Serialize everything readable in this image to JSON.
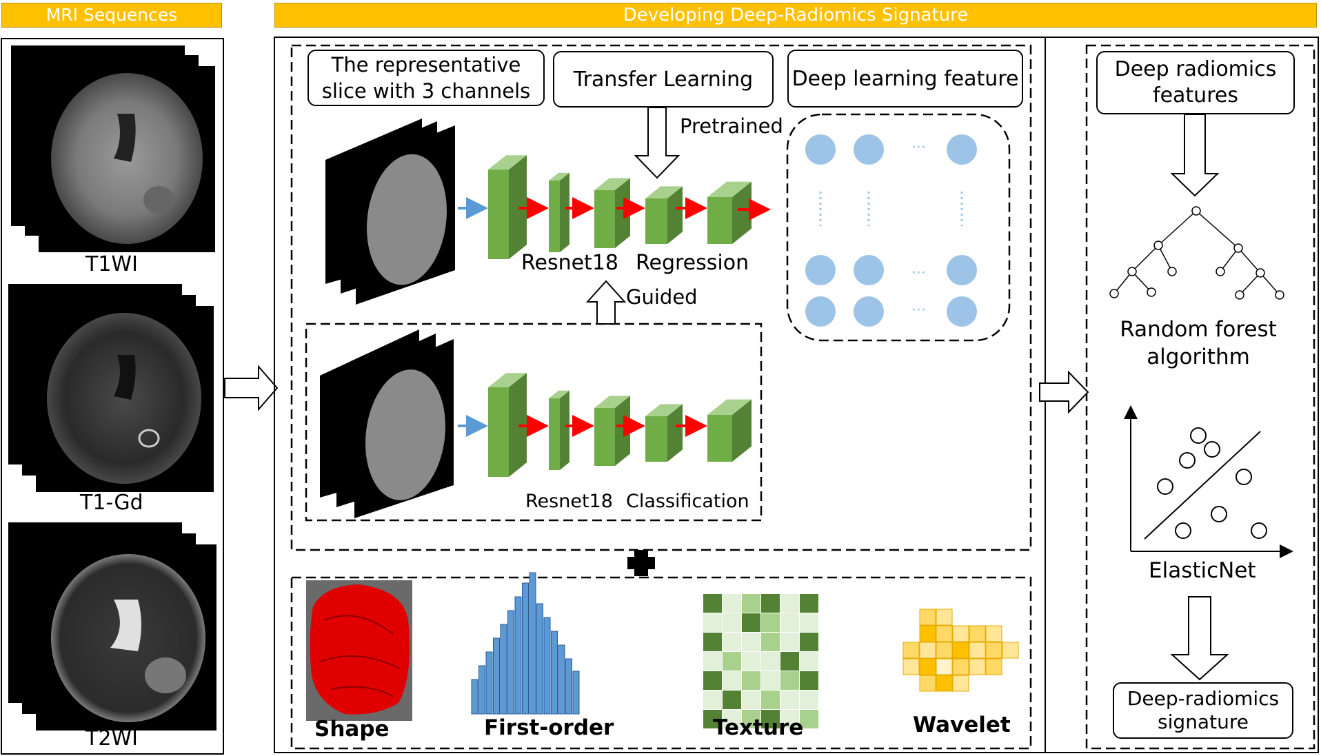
{
  "headers": {
    "mri_sequences": "MRI Sequences",
    "developing_signature": "Developing Deep-Radiomics Signature"
  },
  "mri_labels": [
    "T1WI",
    "T1-Gd",
    "T2WI"
  ],
  "pipeline": {
    "representative_slice": [
      "The representative",
      "slice with 3 channels"
    ],
    "transfer_learning": "Transfer Learning",
    "deep_learning_feature": "Deep learning feature",
    "pretrained": "Pretrained",
    "guided": "Guided",
    "resnet18_top": "Resnet18",
    "regression": "Regression",
    "resnet18_bottom": "Resnet18",
    "classification": "Classification",
    "feature_ellipsis": "···"
  },
  "radiomics": {
    "shape": "Shape",
    "first_order": "First-order",
    "texture": "Texture",
    "wavelet": "Wavelet"
  },
  "right_panel": {
    "deep_radiomics_features": [
      "Deep radiomics",
      "features"
    ],
    "random_forest": [
      "Random forest",
      "algorithm"
    ],
    "elasticnet": "ElasticNet",
    "signature": [
      "Deep-radiomics",
      "signature"
    ]
  },
  "colors": {
    "banner": "#ffc000",
    "cnn_green": "#70ad47",
    "red_arrow": "#ff0000",
    "blue_arrow": "#5b9bd5",
    "feature_dot": "#9dc3e6",
    "shape_red": "#e00000",
    "histogram_blue": "#5b9bd5"
  }
}
